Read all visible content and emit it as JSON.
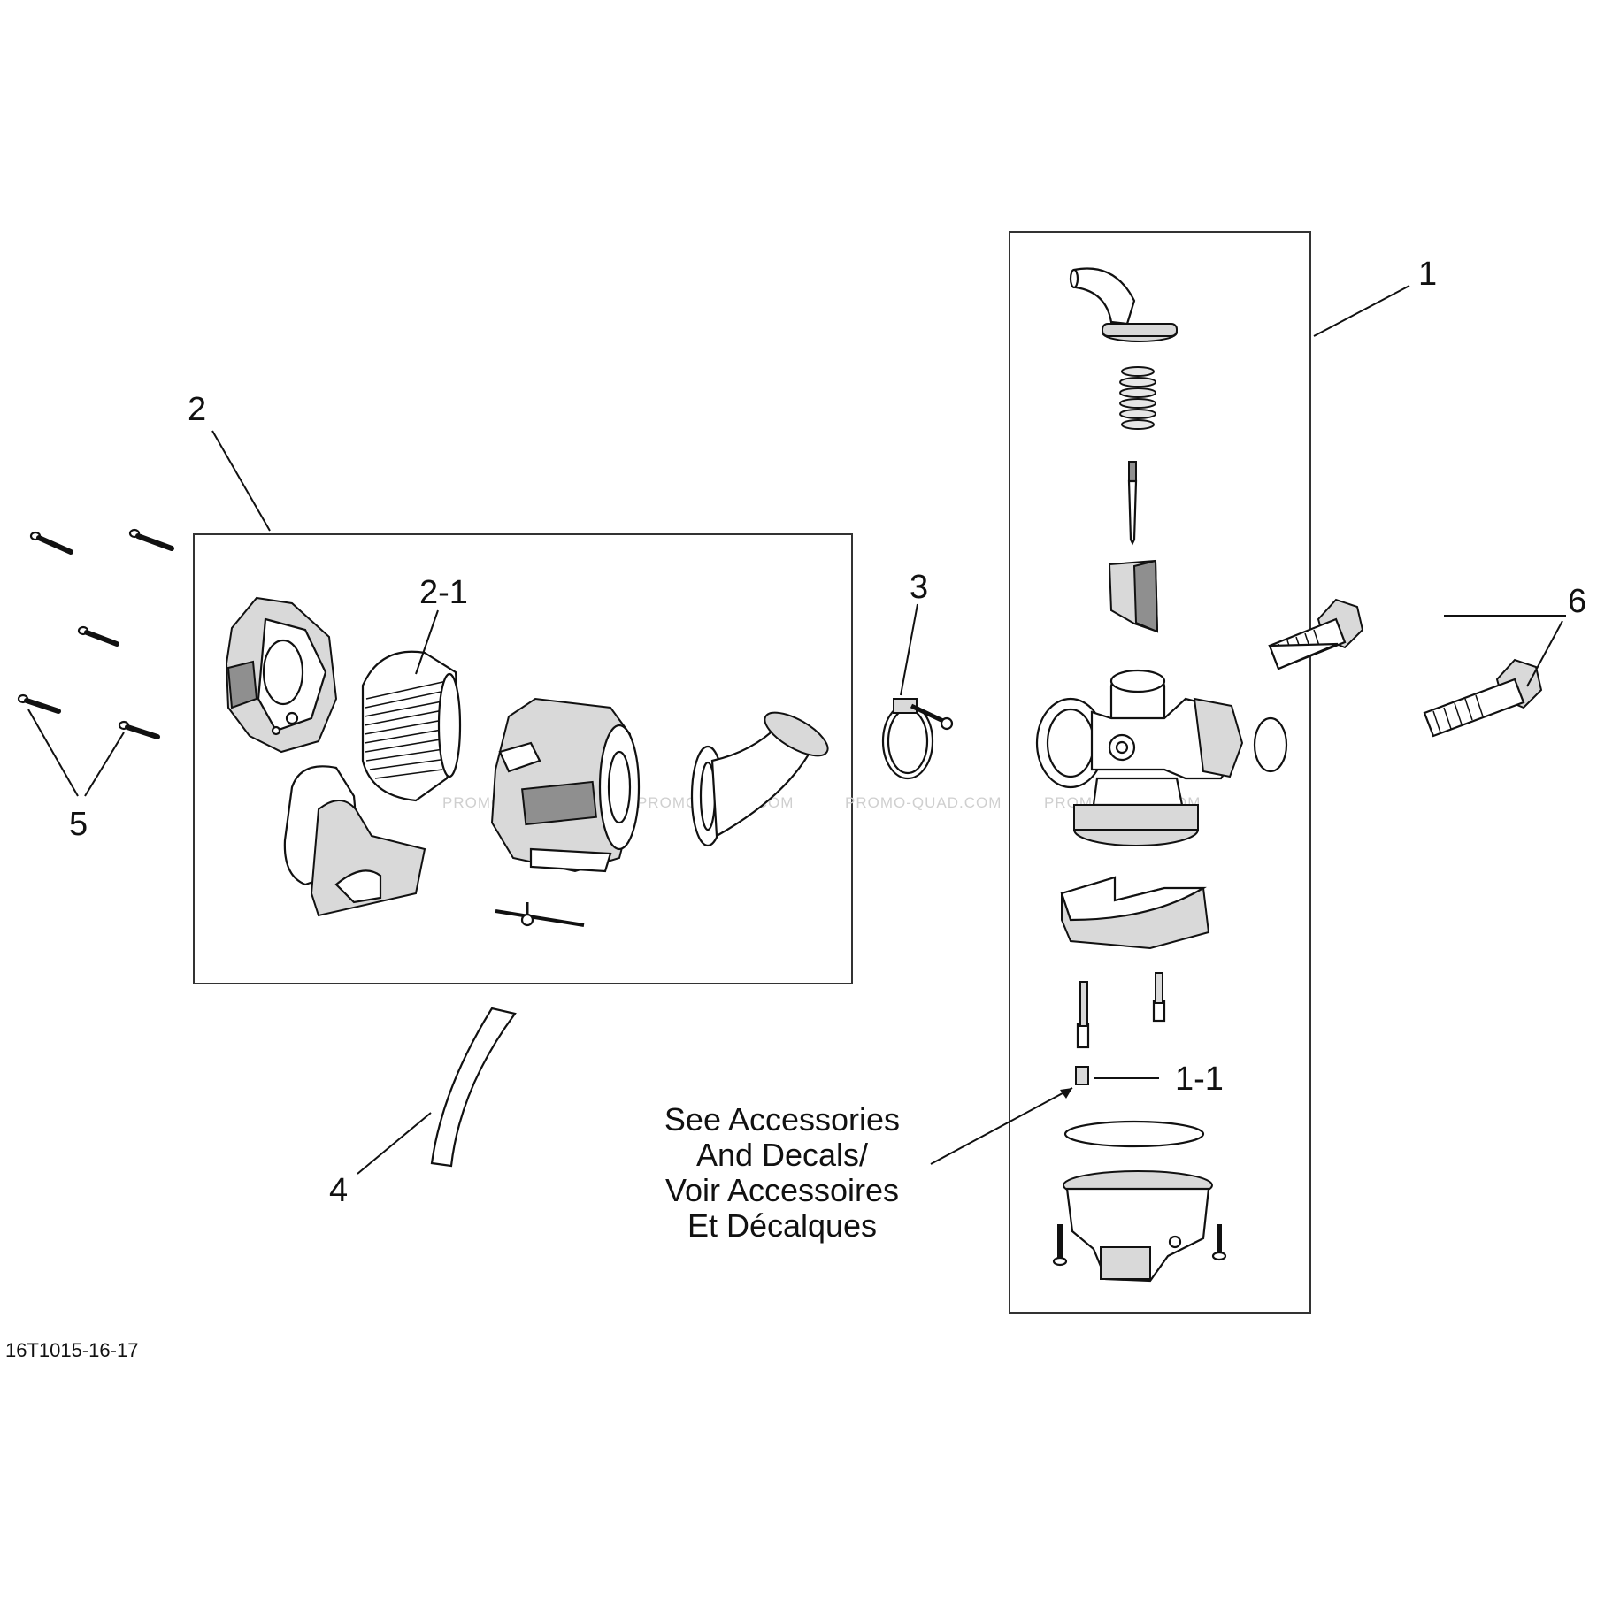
{
  "diagram": {
    "callouts": {
      "c1": "1",
      "c1_1": "1-1",
      "c2": "2",
      "c2_1": "2-1",
      "c3": "3",
      "c4": "4",
      "c5": "5",
      "c6": "6"
    },
    "note_lines": [
      "See Accessories",
      "And Decals/",
      "Voir Accessoires",
      "Et Décalques"
    ],
    "drawing_code": "16T1015-16-17",
    "watermark": "PROMO-QUAD.COM"
  }
}
